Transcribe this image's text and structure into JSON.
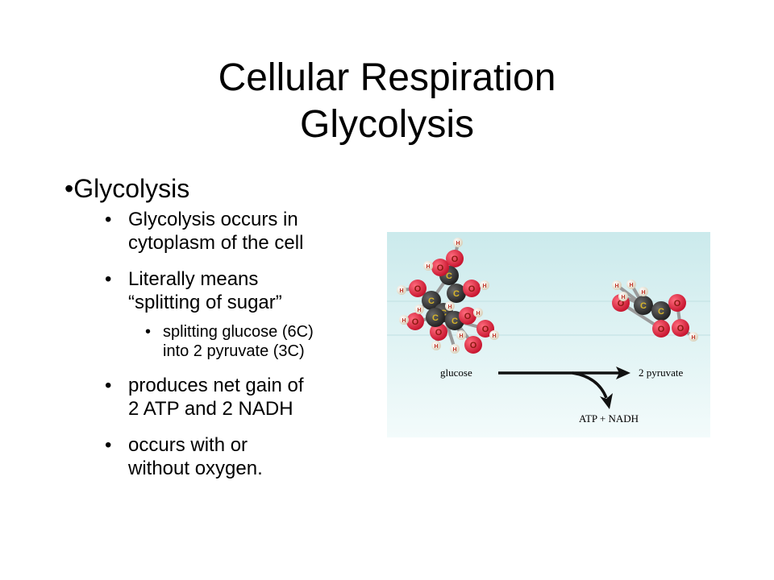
{
  "slide": {
    "title_line1": "Cellular Respiration",
    "title_line2": "Glycolysis",
    "heading_bullet": "•",
    "heading": "Glycolysis",
    "bullet_char": "•",
    "items": [
      {
        "text_line1": "Glycolysis occurs in",
        "text_line2": "cytoplasm of the cell"
      },
      {
        "text_line1": "Literally means",
        "text_line2": "“splitting of sugar”"
      },
      {
        "text_line1": "produces net gain of",
        "text_line2": "2 ATP and 2 NADH"
      },
      {
        "text_line1": "occurs with or",
        "text_line2": "without oxygen."
      }
    ],
    "sub_item": {
      "text_line1": "splitting glucose (6C)",
      "text_line2": "into 2 pyruvate (3C)"
    }
  },
  "figure": {
    "label_glucose": "glucose",
    "label_pyruvate": "2  pyruvate",
    "label_products": "ATP + NADH",
    "atom_C": "C",
    "atom_O": "O",
    "atom_H": "H",
    "colors": {
      "background_top": "#cbeaec",
      "background_bottom": "#f3fbfb",
      "carbon": "#2e2e2e",
      "oxygen": "#e8213a",
      "hydrogen": "#f1ead8",
      "atom_letter_c": "#d7b52a",
      "atom_letter_o": "#8a1a10",
      "atom_letter_h": "#c0392b"
    }
  }
}
